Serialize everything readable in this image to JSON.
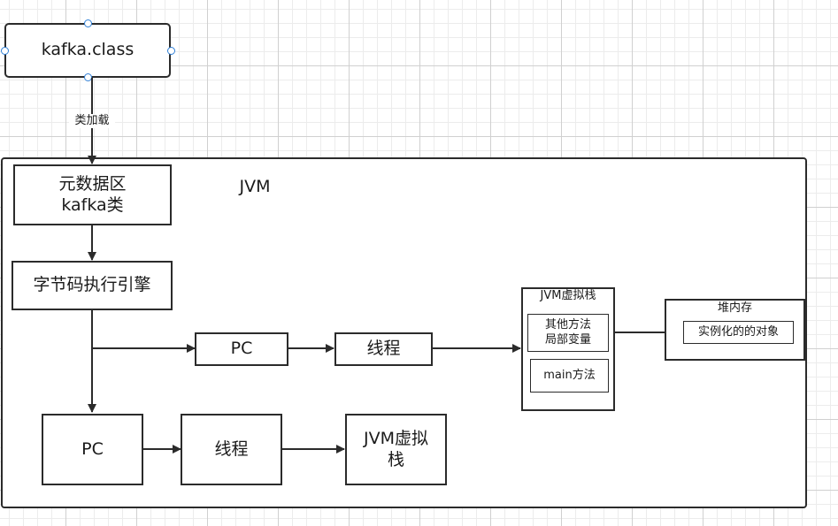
{
  "nodes": {
    "kafka_class": "kafka.class",
    "edge_label": "类加载",
    "jvm_title": "JVM",
    "metaspace": "元数据区\nkafka类",
    "bytecode_engine": "字节码执行引擎",
    "pc_top": "PC",
    "thread_top": "线程",
    "pc_bottom": "PC",
    "thread_bottom": "线程",
    "jvm_stack_bottom": "JVM虚拟\n栈",
    "jvm_stack_title": "JVM虚拟栈",
    "stack_frame_other": "其他方法\n局部变量",
    "stack_frame_main": "main方法",
    "heap_title": "堆内存",
    "heap_object": "实例化的的对象"
  }
}
